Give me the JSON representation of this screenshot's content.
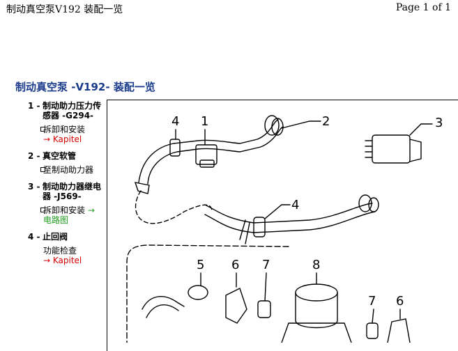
{
  "header": {
    "left": "制动真空泵V192 装配一览",
    "right": "Page 1 of 1"
  },
  "title": "制动真空泵 -V192- 装配一览",
  "parts": [
    {
      "num": "1 -",
      "name": "制动助力压力传感器 -G294-",
      "action": "拆卸和安装",
      "link": "→ Kapitel"
    },
    {
      "num": "2 -",
      "name": "真空软管",
      "action": "至制动助力器"
    },
    {
      "num": "3 -",
      "name": "制动助力器继电器 -J569-",
      "action": "拆卸和安装",
      "link": "→ 电路图"
    },
    {
      "num": "4 -",
      "name": "止回阀",
      "action": "功能检查",
      "link": "→ Kapitel"
    }
  ],
  "figure": {
    "callouts": [
      "4",
      "1",
      "2",
      "3",
      "4",
      "5",
      "6",
      "7",
      "8",
      "7",
      "6"
    ]
  }
}
